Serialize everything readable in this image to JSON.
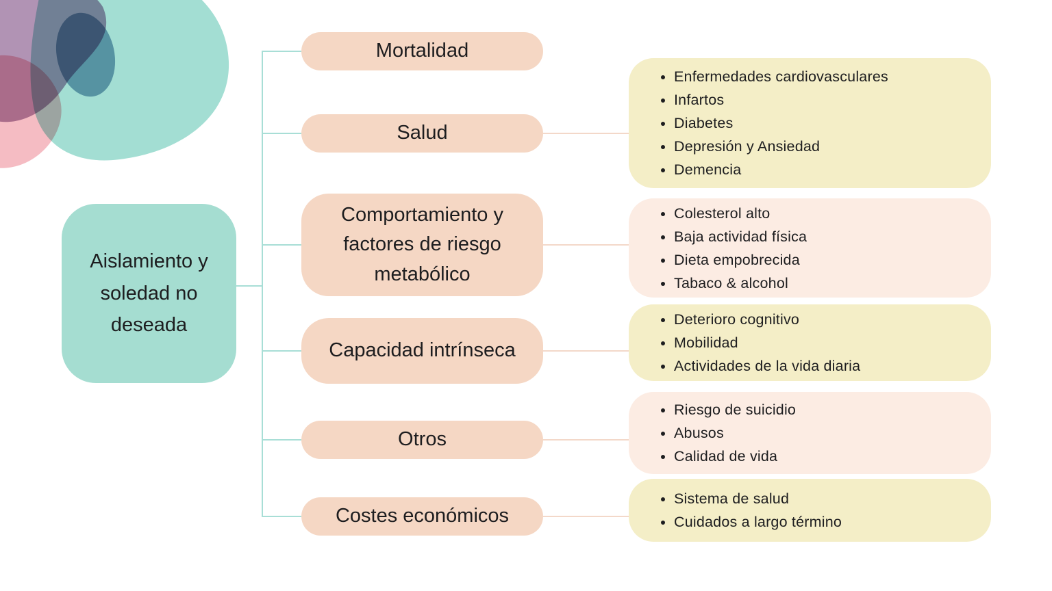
{
  "root": {
    "label": "Aislamiento y soledad no deseada"
  },
  "branches": [
    {
      "label": "Mortalidad",
      "items": []
    },
    {
      "label": "Salud",
      "items": [
        "Enfermedades cardiovasculares",
        "Infartos",
        "Diabetes",
        "Depresión y Ansiedad",
        "Demencia"
      ]
    },
    {
      "label": "Comportamiento y factores de riesgo metabólico",
      "items": [
        "Colesterol alto",
        "Baja actividad física",
        "Dieta empobrecida",
        "Tabaco & alcohol"
      ]
    },
    {
      "label": "Capacidad intrínseca",
      "items": [
        "Deterioro cognitivo",
        "Mobilidad",
        "Actividades de la vida diaria"
      ]
    },
    {
      "label": "Otros",
      "items": [
        "Riesgo de suicidio",
        "Abusos",
        "Calidad de vida"
      ]
    },
    {
      "label": "Costes económicos",
      "items": [
        "Sistema de salud",
        "Cuidados a largo término"
      ]
    }
  ],
  "colors": {
    "root-fill": "#a5ddd1",
    "branch-fill": "#f5d7c4",
    "detail-yellow": "#f4eec7",
    "detail-pink": "#fcece3",
    "line-teal": "#a8ded6",
    "line-peach": "#f3d8c9",
    "text": "#1d1d1f",
    "blob-teal": "#a3ded3",
    "blob-purple": "#b193b4",
    "blob-pink": "#f5bcc3",
    "blob-blue": "#86a9c4"
  }
}
